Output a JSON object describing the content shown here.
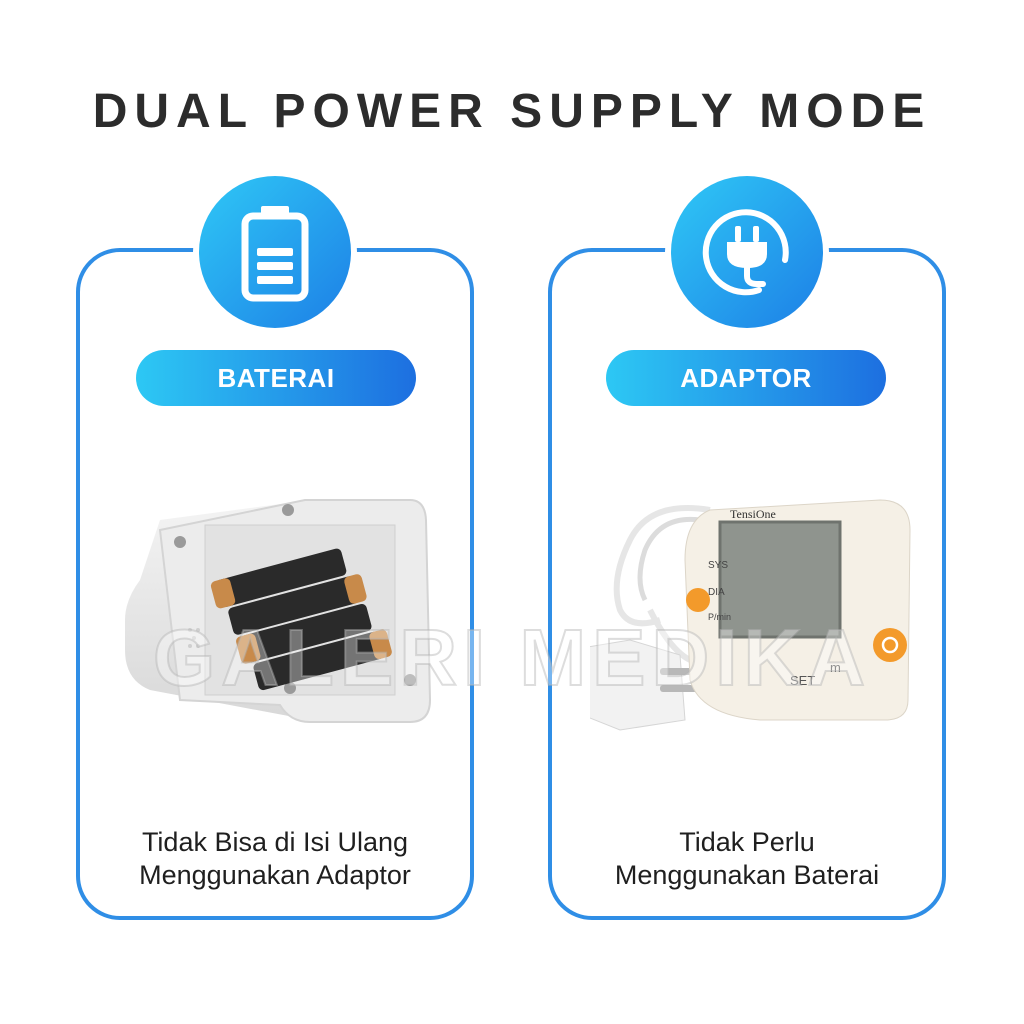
{
  "heading": "DUAL POWER SUPPLY MODE",
  "colors": {
    "accent_light": "#2fc8f6",
    "accent_dark": "#1d6fe0",
    "card_border": "#2f8ee6",
    "title_text": "#2c2c2c",
    "button_orange": "#f39a2b"
  },
  "cards": [
    {
      "icon": "battery-icon",
      "label": "BATERAI",
      "caption_line1": "Tidak Bisa di Isi Ulang",
      "caption_line2": "Menggunakan Adaptor"
    },
    {
      "icon": "power-plug-icon",
      "label": "ADAPTOR",
      "caption_line1": "Tidak Perlu",
      "caption_line2": "Menggunakan Baterai"
    }
  ],
  "device": {
    "brand": "TensiOne",
    "label_sys": "SYS",
    "label_dia": "DIA",
    "label_pulse": "P/min",
    "label_set": "SET",
    "label_m": "m"
  },
  "watermark": "GALERI MEDIKA"
}
